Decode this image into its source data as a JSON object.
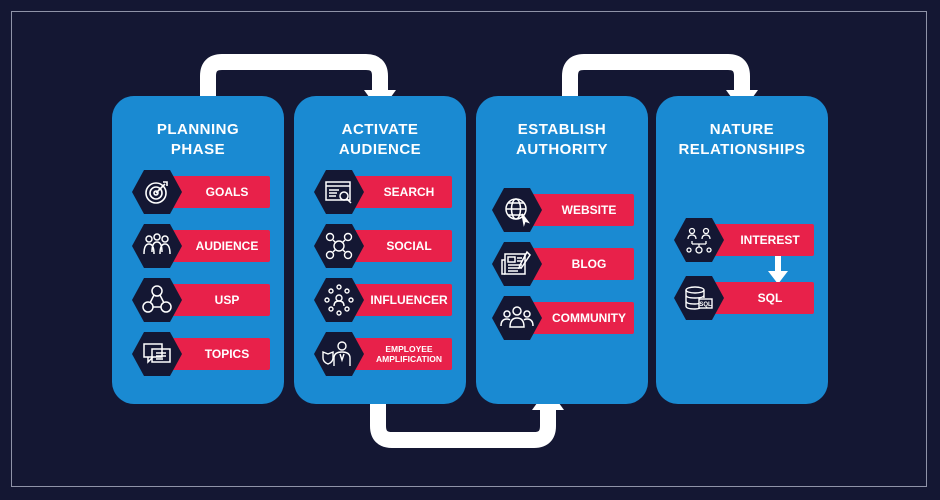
{
  "colors": {
    "background": "#141733",
    "card": "#1a8ad2",
    "bar": "#e8214a",
    "hexagon": "#141733",
    "connector": "#ffffff"
  },
  "stages": [
    {
      "title": "PLANNING\nPHASE",
      "items": [
        {
          "label": "GOALS",
          "icon": "target-icon"
        },
        {
          "label": "AUDIENCE",
          "icon": "group-icon"
        },
        {
          "label": "USP",
          "icon": "network-icon"
        },
        {
          "label": "TOPICS",
          "icon": "chat-icon"
        }
      ]
    },
    {
      "title": "ACTIVATE\nAUDIENCE",
      "items": [
        {
          "label": "SEARCH",
          "icon": "search-icon"
        },
        {
          "label": "SOCIAL",
          "icon": "social-icon"
        },
        {
          "label": "INFLUENCER",
          "icon": "influencer-icon"
        },
        {
          "label": "EMPLOYEE\nAMPLIFICATION",
          "icon": "employee-icon"
        }
      ]
    },
    {
      "title": "ESTABLISH\nAUTHORITY",
      "items": [
        {
          "label": "WEBSITE",
          "icon": "globe-icon"
        },
        {
          "label": "BLOG",
          "icon": "blog-icon"
        },
        {
          "label": "COMMUNITY",
          "icon": "community-icon"
        }
      ]
    },
    {
      "title": "NATURE\nRELATIONSHIPS",
      "items": [
        {
          "label": "INTEREST",
          "icon": "interest-icon"
        },
        {
          "label": "SQL",
          "icon": "database-icon"
        }
      ]
    }
  ]
}
